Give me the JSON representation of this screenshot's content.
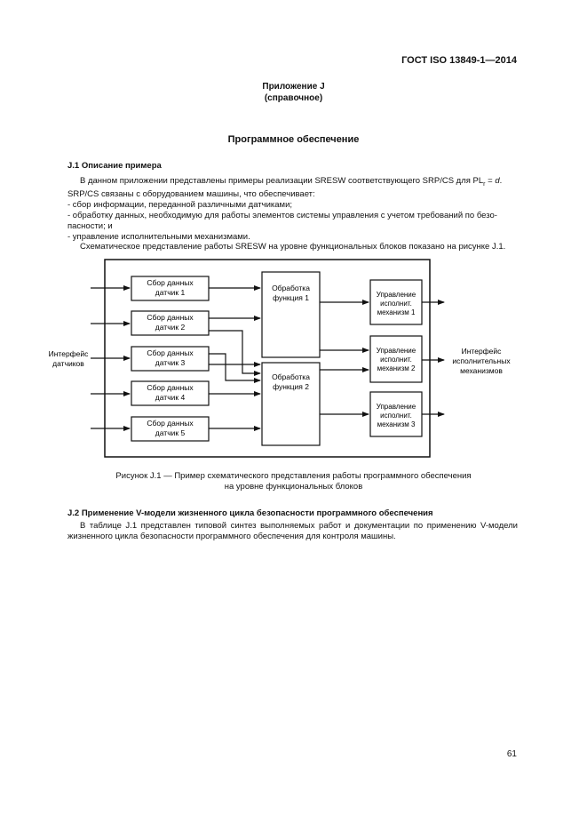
{
  "header": {
    "standard": "ГОСТ ISO 13849-1—2014"
  },
  "annex": {
    "title": "Приложение J",
    "subtitle": "(справочное)"
  },
  "section_title": "Программное обеспечение",
  "j1": {
    "heading": "J.1 Описание примера",
    "intro_pre": "В данном приложении представлены примеры реализации SRESW соответствующего SRP/CS для PL",
    "intro_sub": "r",
    "intro_eq": " = ",
    "intro_var": "d",
    "intro_end": ".",
    "line2": "SRP/CS связаны с оборудованием машины, что обеспечивает:",
    "bullet1": "- сбор информации, переданной различными датчиками;",
    "bullet2a": "- обработку данных, необходимую для работы элементов системы управления с учетом требований по безо-",
    "bullet2b": "пасности; и",
    "bullet3": "- управление исполнительными механизмами.",
    "closing": "Схематическое представление работы SRESW на уровне функциональных блоков показано на рисунке J.1."
  },
  "diagram": {
    "input_label": [
      "Интерфейс",
      "датчиков"
    ],
    "output_label": [
      "Интерфейс",
      "исполнительных",
      "механизмов"
    ],
    "sensors": [
      [
        "Сбор данных",
        "датчик 1"
      ],
      [
        "Сбор данных",
        "датчик 2"
      ],
      [
        "Сбор данных",
        "датчик 3"
      ],
      [
        "Сбор данных",
        "датчик 4"
      ],
      [
        "Сбор данных",
        "датчик 5"
      ]
    ],
    "functions": [
      [
        "Обработка",
        "функция 1"
      ],
      [
        "Обработка",
        "функция 2"
      ]
    ],
    "actuators": [
      [
        "Управление",
        "исполнит.",
        "механизм 1"
      ],
      [
        "Управление",
        "исполнит.",
        "механизм 2"
      ],
      [
        "Управление",
        "исполнит.",
        "механизм 3"
      ]
    ]
  },
  "figure": {
    "caption_line1": "Рисунок J.1 — Пример схематического представления работы программного обеспечения",
    "caption_line2": "на уровне функциональных блоков"
  },
  "j2": {
    "heading": "J.2 Применение V-модели жизненного цикла безопасности программного обеспечения",
    "text": "В таблице J.1 представлен типовой синтез выполняемых работ и документации по применению V-модели жизненного цикла безопасности программного обеспечения для контроля машины."
  },
  "page_number": "61"
}
